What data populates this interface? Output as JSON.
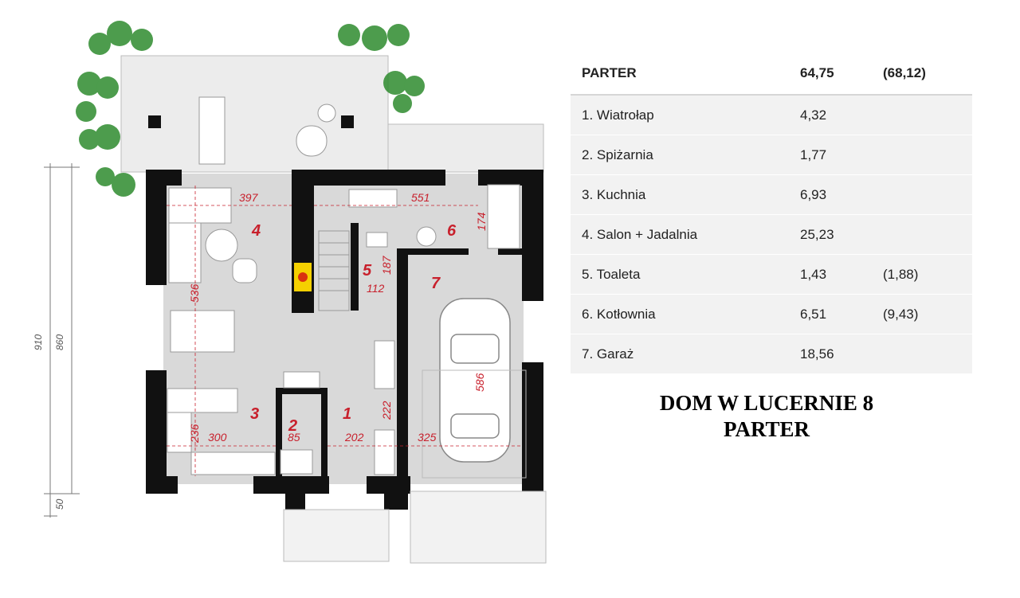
{
  "table": {
    "header": {
      "label": "PARTER",
      "area": "64,75",
      "area_alt": "(68,12)"
    },
    "rows": [
      {
        "label": "1. Wiatrołap",
        "area": "4,32",
        "area_alt": ""
      },
      {
        "label": "2. Spiżarnia",
        "area": "1,77",
        "area_alt": ""
      },
      {
        "label": "3. Kuchnia",
        "area": "6,93",
        "area_alt": ""
      },
      {
        "label": "4. Salon + Jadalnia",
        "area": "25,23",
        "area_alt": ""
      },
      {
        "label": "5. Toaleta",
        "area": "1,43",
        "area_alt": "(1,88)"
      },
      {
        "label": "6. Kotłownia",
        "area": "6,51",
        "area_alt": "(9,43)"
      },
      {
        "label": "7. Garaż",
        "area": "18,56",
        "area_alt": ""
      }
    ]
  },
  "caption": {
    "line1": "DOM W LUCERNIE 8",
    "line2": "PARTER"
  },
  "plan": {
    "room_numbers": [
      "1",
      "2",
      "3",
      "4",
      "5",
      "6",
      "7"
    ],
    "dimensions": {
      "d397": "397",
      "d551": "551",
      "d174": "174",
      "d536": "536",
      "d187": "187",
      "d112": "112",
      "d586": "586",
      "d222": "222",
      "d236": "236",
      "d300": "300",
      "d85": "85",
      "d202": "202",
      "d325": "325"
    },
    "external_dims": {
      "outer": "910",
      "inner": "860",
      "step": "50"
    },
    "colors": {
      "wall": "#111111",
      "floor": "#d9d9d9",
      "terrace": "#ececec",
      "label": "#c8202c",
      "tree": "#2e8b2e"
    }
  }
}
